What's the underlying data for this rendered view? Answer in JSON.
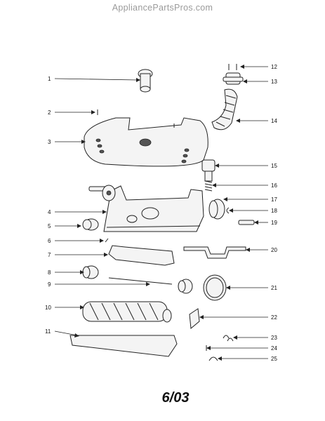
{
  "watermark": "AppliancePartsPros.com",
  "date_code": "6/03",
  "callouts": [
    {
      "num": "1"
    },
    {
      "num": "2"
    },
    {
      "num": "3"
    },
    {
      "num": "4"
    },
    {
      "num": "5"
    },
    {
      "num": "6"
    },
    {
      "num": "7"
    },
    {
      "num": "8"
    },
    {
      "num": "9"
    },
    {
      "num": "10"
    },
    {
      "num": "11"
    },
    {
      "num": "12"
    },
    {
      "num": "13"
    },
    {
      "num": "14"
    },
    {
      "num": "15"
    },
    {
      "num": "16"
    },
    {
      "num": "17"
    },
    {
      "num": "18"
    },
    {
      "num": "19"
    },
    {
      "num": "20"
    },
    {
      "num": "21"
    },
    {
      "num": "22"
    },
    {
      "num": "23"
    },
    {
      "num": "24"
    },
    {
      "num": "25"
    }
  ]
}
